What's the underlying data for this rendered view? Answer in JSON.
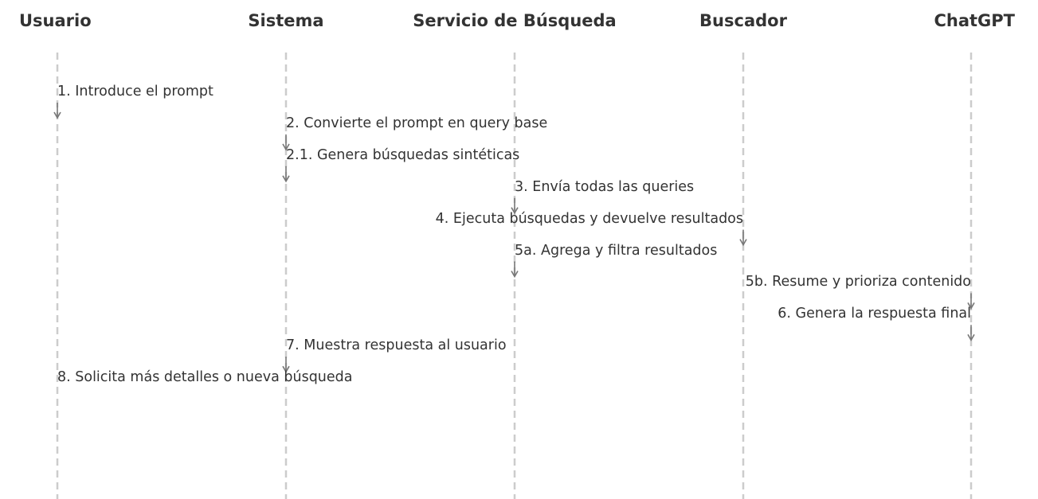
{
  "participants": [
    {
      "label": "Usuario"
    },
    {
      "label": "Sistema"
    },
    {
      "label": "Servicio de Búsqueda"
    },
    {
      "label": "Buscador"
    },
    {
      "label": "ChatGPT"
    }
  ],
  "steps": [
    {
      "label": "1. Introduce el prompt",
      "lane": 0,
      "align": "left",
      "arrow": true
    },
    {
      "label": "2. Convierte el prompt en query base",
      "lane": 1,
      "align": "left",
      "arrow": true
    },
    {
      "label": "2.1. Genera búsquedas sintéticas",
      "lane": 1,
      "align": "left",
      "arrow": true
    },
    {
      "label": "3. Envía todas las queries",
      "lane": 2,
      "align": "left",
      "arrow": true
    },
    {
      "label": "4. Ejecuta búsquedas y devuelve resultados",
      "lane": 3,
      "align": "right",
      "arrow": true
    },
    {
      "label": "5a. Agrega y filtra resultados",
      "lane": 2,
      "align": "left",
      "arrow": true
    },
    {
      "label": "5b. Resume y prioriza contenido",
      "lane": 4,
      "align": "right",
      "arrow": true
    },
    {
      "label": "6. Genera la respuesta final",
      "lane": 4,
      "align": "right",
      "arrow": true
    },
    {
      "label": "7. Muestra respuesta al usuario",
      "lane": 1,
      "align": "left",
      "arrow": true
    },
    {
      "label": "8. Solicita más detalles o nueva búsqueda",
      "lane": 0,
      "align": "left",
      "arrow": false
    }
  ],
  "colors": {
    "lifeline": "#cccccc",
    "arrow": "#777777",
    "text": "#333333"
  }
}
